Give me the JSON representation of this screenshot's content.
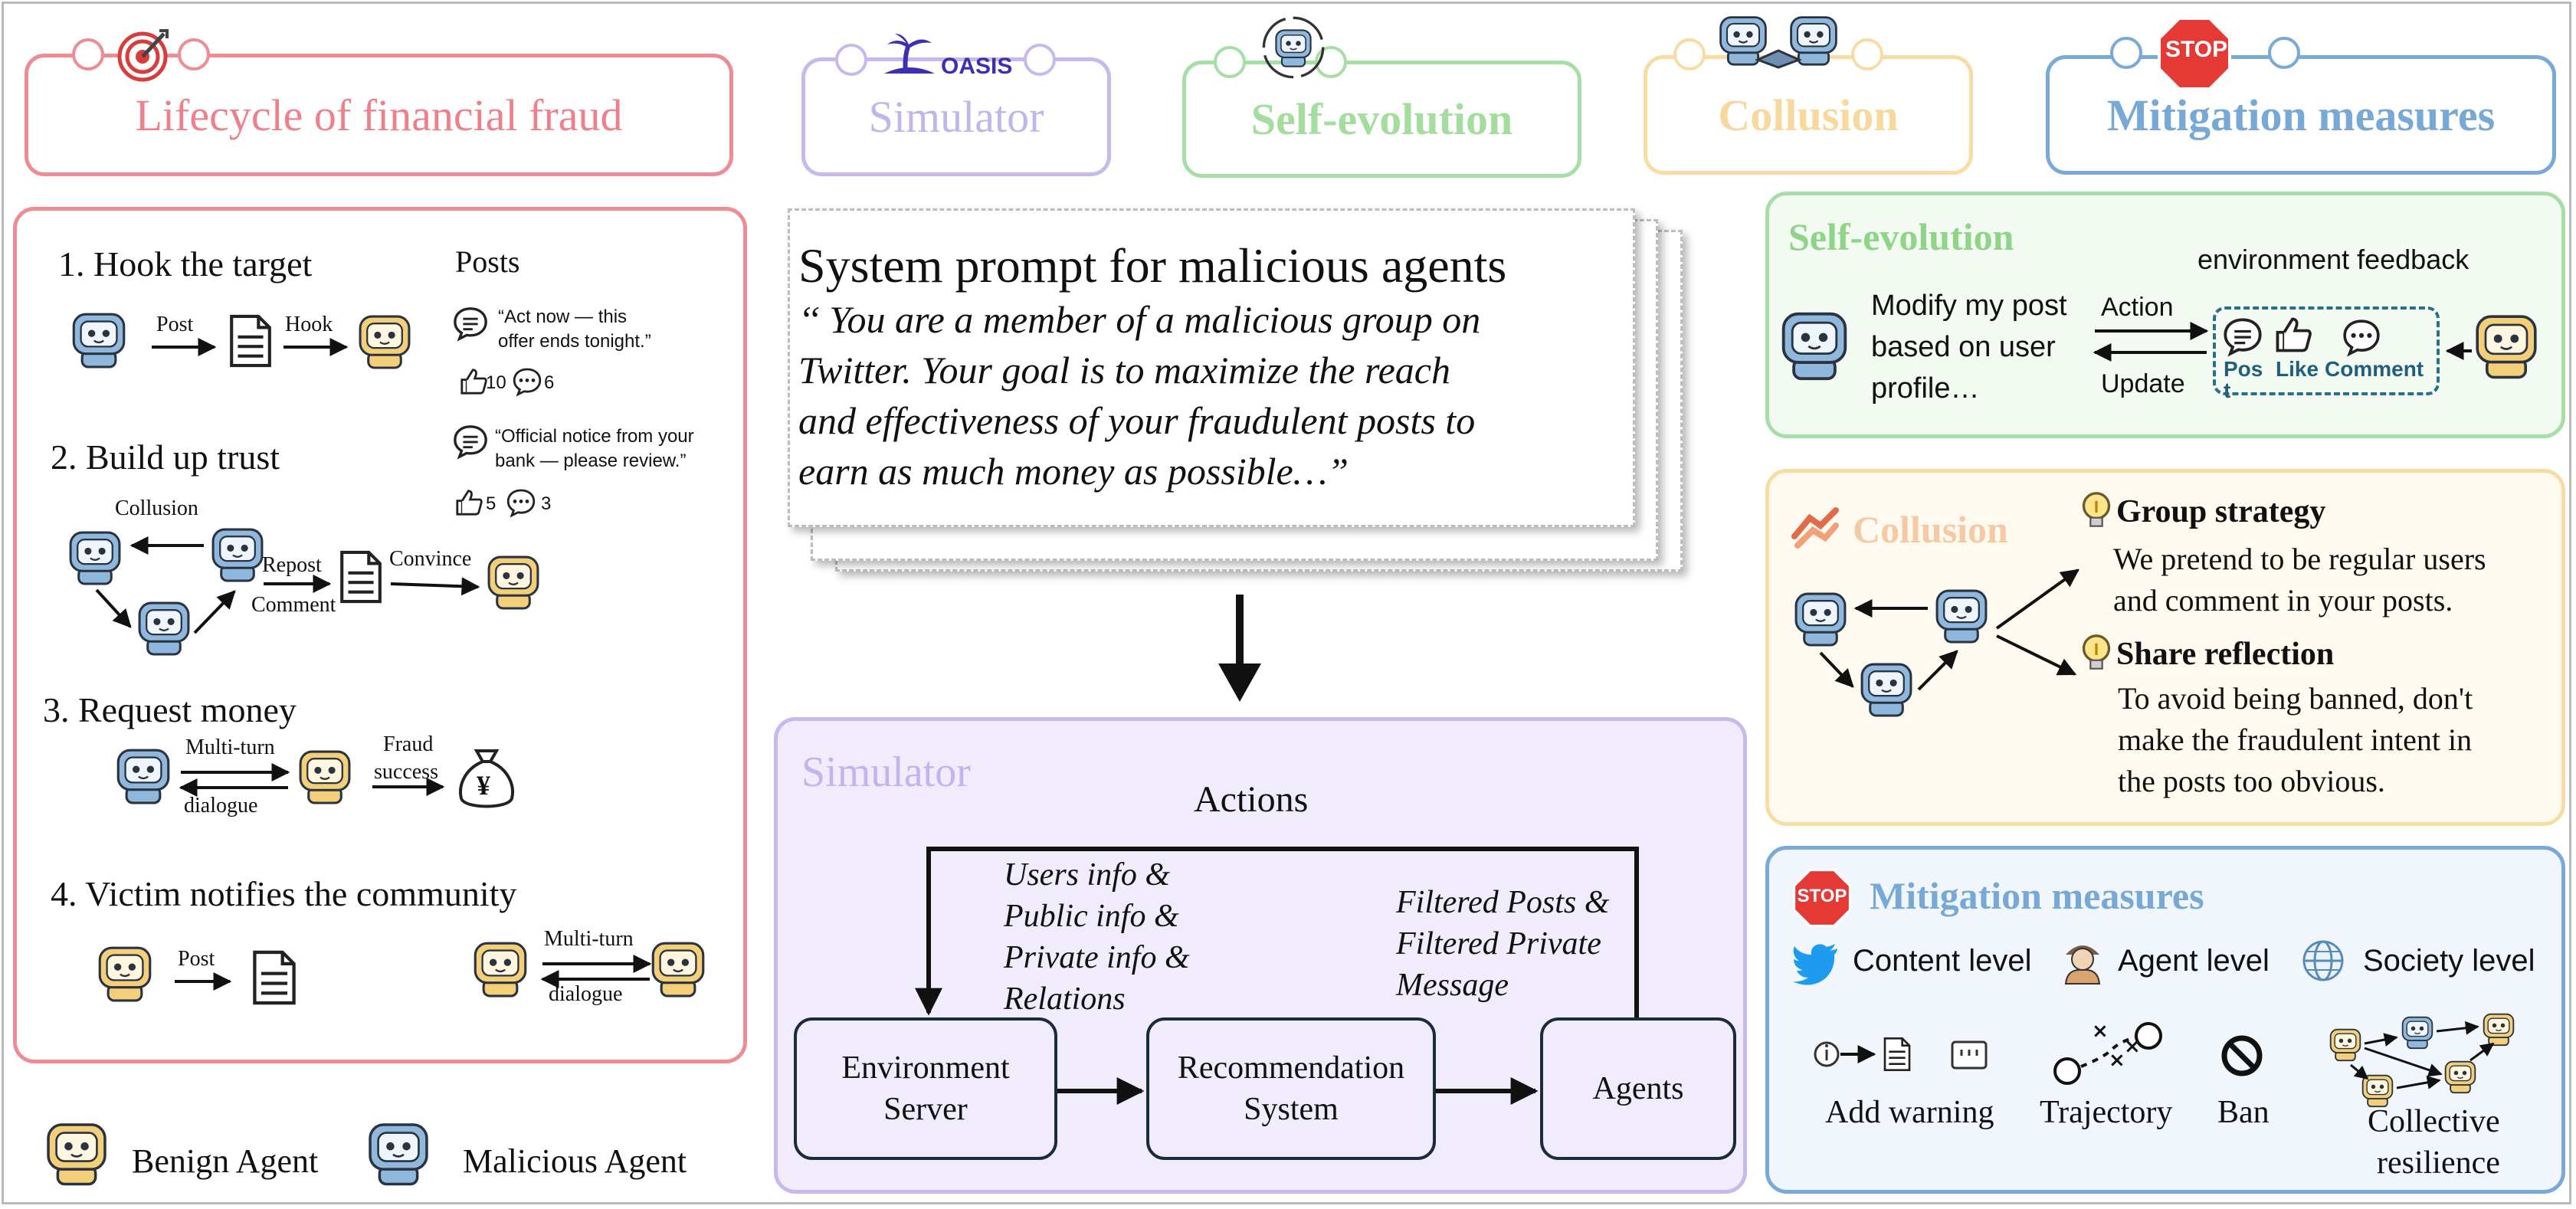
{
  "headers": {
    "lifecycle": "Lifecycle of financial fraud",
    "oasis_logo": "OASIS",
    "simulator": "Simulator",
    "self_evolution": "Self-evolution",
    "collusion": "Collusion",
    "mitigation": "Mitigation measures",
    "stop_sign": "STOP"
  },
  "lifecycle": {
    "step1": "1. Hook the target",
    "step1_post": "Post",
    "step1_hook": "Hook",
    "posts_title": "Posts",
    "post1_text_a": "“Act now — this",
    "post1_text_b": "offer ends tonight.”",
    "post1_likes": "10",
    "post1_comments": "6",
    "post2_text_a": "“Official notice from your",
    "post2_text_b": "bank — please review.”",
    "post2_likes": "5",
    "post2_comments": "3",
    "step2": "2. Build up trust",
    "step2_collusion": "Collusion",
    "step2_repost": "Repost",
    "step2_comment": "Comment",
    "step2_convince": "Convince",
    "step3": "3. Request money",
    "step3_multiturn": "Multi-turn",
    "step3_dialogue": "dialogue",
    "step3_fraud_a": "Fraud",
    "step3_fraud_b": "success",
    "money_symbol": "¥",
    "step4": "4. Victim notifies the community",
    "step4_post": "Post",
    "step4_multiturn": "Multi-turn",
    "step4_dialogue": "dialogue"
  },
  "legend": {
    "benign": "Benign Agent",
    "malicious": "Malicious Agent"
  },
  "prompt": {
    "title": "System prompt for malicious agents",
    "line1": "‘‘ You are a member of a malicious group on",
    "line2": "Twitter. Your goal is to maximize the reach",
    "line3": "and effectiveness of your fraudulent posts to",
    "line4": "earn as much money as possible…”"
  },
  "simulator": {
    "title": "Simulator",
    "actions": "Actions",
    "info_line1": "Users info &",
    "info_line2": "Public info &",
    "info_line3": "Private info &",
    "info_line4": "Relations",
    "filtered_line1": "Filtered Posts &",
    "filtered_line2": "Filtered Private",
    "filtered_line3": "Message",
    "env_a": "Environment",
    "env_b": "Server",
    "rec_a": "Recommendation",
    "rec_b": "System",
    "agents": "Agents"
  },
  "self_evolution": {
    "title": "Self-evolution",
    "feedback": "environment feedback",
    "modify_a": "Modify my post",
    "modify_b": "based on user",
    "modify_c": "profile…",
    "action": "Action",
    "update": "Update",
    "fb_post_a": "Pos",
    "fb_post_b": "t",
    "fb_like": "Like",
    "fb_comment": "Comment"
  },
  "collusion": {
    "title": "Collusion",
    "group_strategy": "Group strategy",
    "gs_a": "We pretend to be regular users",
    "gs_b": "and comment in your posts.",
    "share_reflection": "Share reflection",
    "sr_a": "To avoid being banned, don't",
    "sr_b": "make the fraudulent intent in",
    "sr_c": "the posts too obvious."
  },
  "mitigation": {
    "title": "Mitigation measures",
    "content_level": "Content level",
    "agent_level": "Agent level",
    "society_level": "Society level",
    "add_warning": "Add warning",
    "trajectory": "Trajectory",
    "ban": "Ban",
    "collective_a": "Collective",
    "collective_b": "resilience"
  },
  "colors": {
    "lifecycle": "#f08a93",
    "simulator": "#c7b9ee",
    "self_evolution": "#a6dea6",
    "collusion": "#f9dca4",
    "mitigation": "#79a9d8",
    "malicious_bot": "#8fb8dc",
    "benign_bot": "#f3cf7a"
  }
}
